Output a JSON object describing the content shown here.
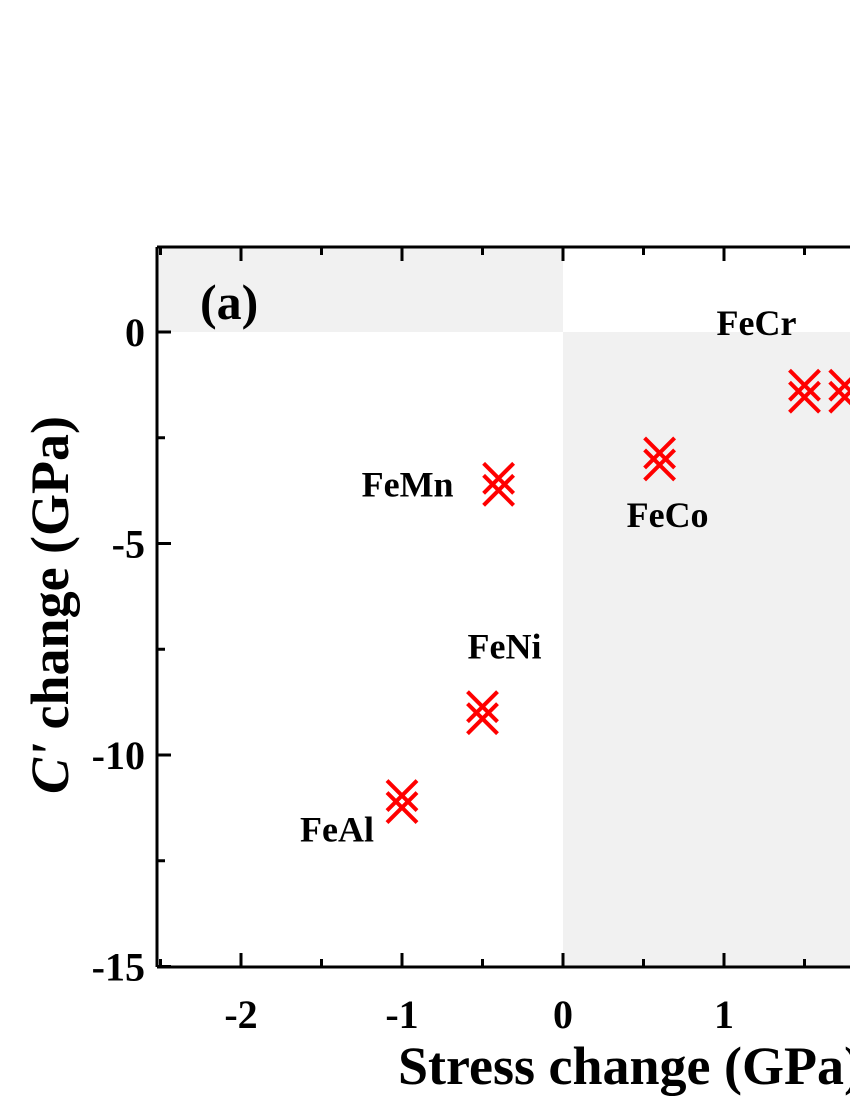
{
  "chart_data": {
    "type": "scatter",
    "panel_label": "(a)",
    "xlabel": "Stress change (GPa)",
    "ylabel_italic": "C'",
    "ylabel_rest": " change (GPa)",
    "xlim": [
      -2.5,
      1.8
    ],
    "ylim": [
      -15,
      2
    ],
    "xticks": [
      -2,
      -1,
      0,
      1
    ],
    "xtick_labels": [
      "-2",
      "-1",
      "0",
      "1"
    ],
    "yticks": [
      0,
      -5,
      -10,
      -15
    ],
    "ytick_labels": [
      "0",
      "-5",
      "-10",
      "-15"
    ],
    "marker": "crossed-x",
    "marker_color": "#ff0000",
    "shading_color": "#f1f1f1",
    "shaded_quadrants": [
      "upper-left",
      "lower-right"
    ],
    "points": [
      {
        "label": "FeAl",
        "x": -1.0,
        "y": -11.1
      },
      {
        "label": "FeNi",
        "x": -0.5,
        "y": -9.0
      },
      {
        "label": "FeMn",
        "x": -0.4,
        "y": -3.6
      },
      {
        "label": "FeCo",
        "x": 0.6,
        "y": -3.0
      },
      {
        "label": "FeCr",
        "x": 1.5,
        "y": -1.4
      },
      {
        "label": "",
        "x": 1.75,
        "y": -1.4
      }
    ]
  }
}
